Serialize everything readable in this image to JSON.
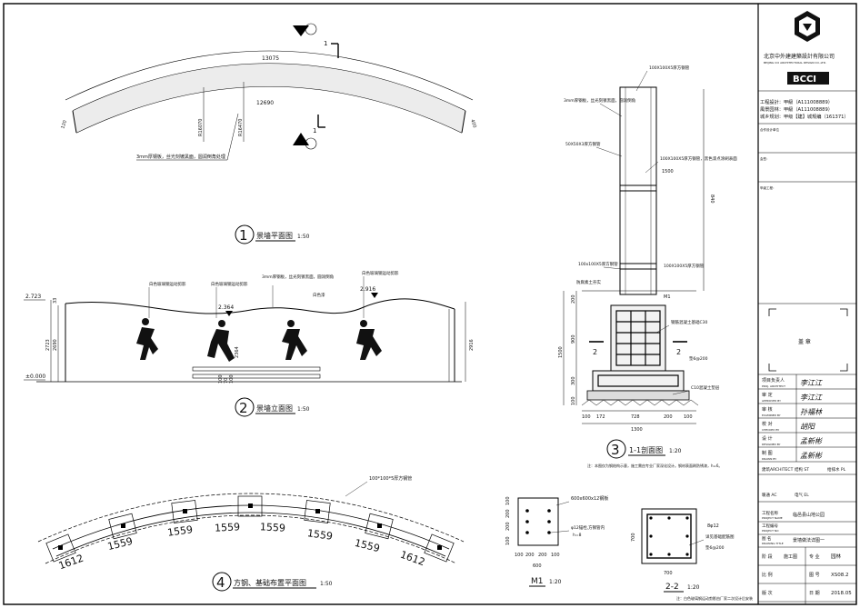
{
  "firm": {
    "name_cn": "北京中外建建築設計有限公司",
    "name_en": "BEIJING CCI ARCHITECTURAL DESIGN CO.,LTD.",
    "logo_text": "BCCI",
    "qualifications": [
      "工程設計：甲級（A111008889）",
      "風景园林：甲級（A111008889）",
      "城乡规划：甲级【建】城规编（161371）"
    ],
    "box_labels": [
      "合作设计单位",
      "会签：",
      "甲级工程："
    ],
    "seal_label": "盖 章"
  },
  "signatures": [
    {
      "role": "项目负责人",
      "en": "PROJ. ARCHITECT",
      "sign": "李江江"
    },
    {
      "role": "审 定",
      "en": "APPROVED BY",
      "sign": "李江江"
    },
    {
      "role": "审 核",
      "en": "EXAMINED BY",
      "sign": "孙福林"
    },
    {
      "role": "校 对",
      "en": "CHECKED BY",
      "sign": "胡阳"
    },
    {
      "role": "设 计",
      "en": "DESIGNED BY",
      "sign": "孟新彬"
    },
    {
      "role": "制 图",
      "en": "DRAWN BY",
      "sign": "孟新彬"
    }
  ],
  "discipline_row": [
    "建筑ARCHITECT",
    "结构 ST",
    "给排水 PL"
  ],
  "discipline_row2": [
    "暖通 AC",
    "电气 EL"
  ],
  "project": {
    "project_name_label": "工程名称",
    "project_name_en": "PROJECT NAME",
    "project_name": "临邑县山地公园",
    "project_no_label": "工程编号",
    "project_no_en": "PROJECT NO",
    "drawing_title_label": "图 名",
    "drawing_title_en": "DRAWING TITLE",
    "drawing_title": "景墙做法详图一",
    "status_label": "阶 段",
    "status_value": "施工图",
    "discipline_label": "专 业",
    "discipline_value": "园林",
    "scale_label": "比 例",
    "drawing_no_label": "图 号",
    "drawing_no": "XS08.2",
    "rev_label": "版 次",
    "date_label": "日 期",
    "date": "2018.05"
  },
  "plan": {
    "title_no": "1",
    "title": "景墙平面图",
    "scale": "1:50",
    "dims": {
      "outer": "13075",
      "inner": "12690",
      "r1": "R16070",
      "r2": "R16470",
      "width_l": "120",
      "width_r": "400"
    },
    "section_mark": "1",
    "note": "3mm厚钢板，丝光刻镀黑面，圆润倒角处理"
  },
  "elevation": {
    "title_no": "2",
    "title": "景墙立面图",
    "scale": "1:50",
    "levels": [
      "2.723",
      "2.364",
      "2.916",
      "±0.000"
    ],
    "vdims": [
      "2723",
      "2690",
      "2916",
      "2364",
      "33"
    ],
    "labels": [
      "白色玻璃钢运动剪影",
      "白色玻璃钢运动剪影",
      "3mm厚钢板，丝光刻镀黑面，圆润倒角",
      "白色玻璃钢运动剪影",
      "白色漆"
    ],
    "small_dims": [
      "100",
      "70",
      "100"
    ]
  },
  "section": {
    "title_no": "3",
    "title": "1-1剖面图",
    "scale": "1:20",
    "labels": [
      "100X100X5厚方钢管",
      "3mm厚钢板，丝光刻镀黑面，圆润倒角",
      "50X50X3厚方钢管",
      "100X100X5厚方钢管，黑色漆点涂刷表面",
      "1500",
      "100x100X5厚方钢管",
      "100X100X5厚方钢管",
      "防腐素土夯实",
      "M1",
      "钢筋混凝土基础C30",
      "垫6@200",
      "C10混凝土垫层"
    ],
    "vdims": [
      "200",
      "900",
      "1500",
      "300",
      "100",
      "1500"
    ],
    "hdims": [
      "100",
      "172",
      "728",
      "200",
      "100"
    ],
    "total": "1300",
    "cut_marks": [
      "2",
      "2"
    ],
    "right_dim": "840",
    "note": "注：本图仅为钢结构示意，施工需由专业厂家深化设计。钢材表面刷防锈漆，h=6。"
  },
  "foundation": {
    "title_no": "4",
    "title": "方钢、基础布置平面图",
    "scale": "1:50",
    "dims": [
      "1612",
      "1559",
      "1559",
      "1559",
      "1559",
      "1559",
      "1559",
      "1612"
    ],
    "label": "100*100*5厚方钢管"
  },
  "m1": {
    "title": "M1",
    "scale": "1:20",
    "labels": [
      "600x600x12钢板",
      "φ12锚栓,方钢管内",
      "h=8"
    ],
    "vdims": [
      "100",
      "200",
      "200",
      "100"
    ],
    "hdims": [
      "100",
      "200",
      "200",
      "100"
    ],
    "total": "600"
  },
  "s22": {
    "title": "2-2",
    "scale": "1:20",
    "labels": [
      "8φ12",
      "详见基础配筋图",
      "垫6@200"
    ],
    "dims": [
      "700",
      "700"
    ],
    "note": "注：白色玻璃钢运动剪影由厂家二次设计后安装"
  }
}
